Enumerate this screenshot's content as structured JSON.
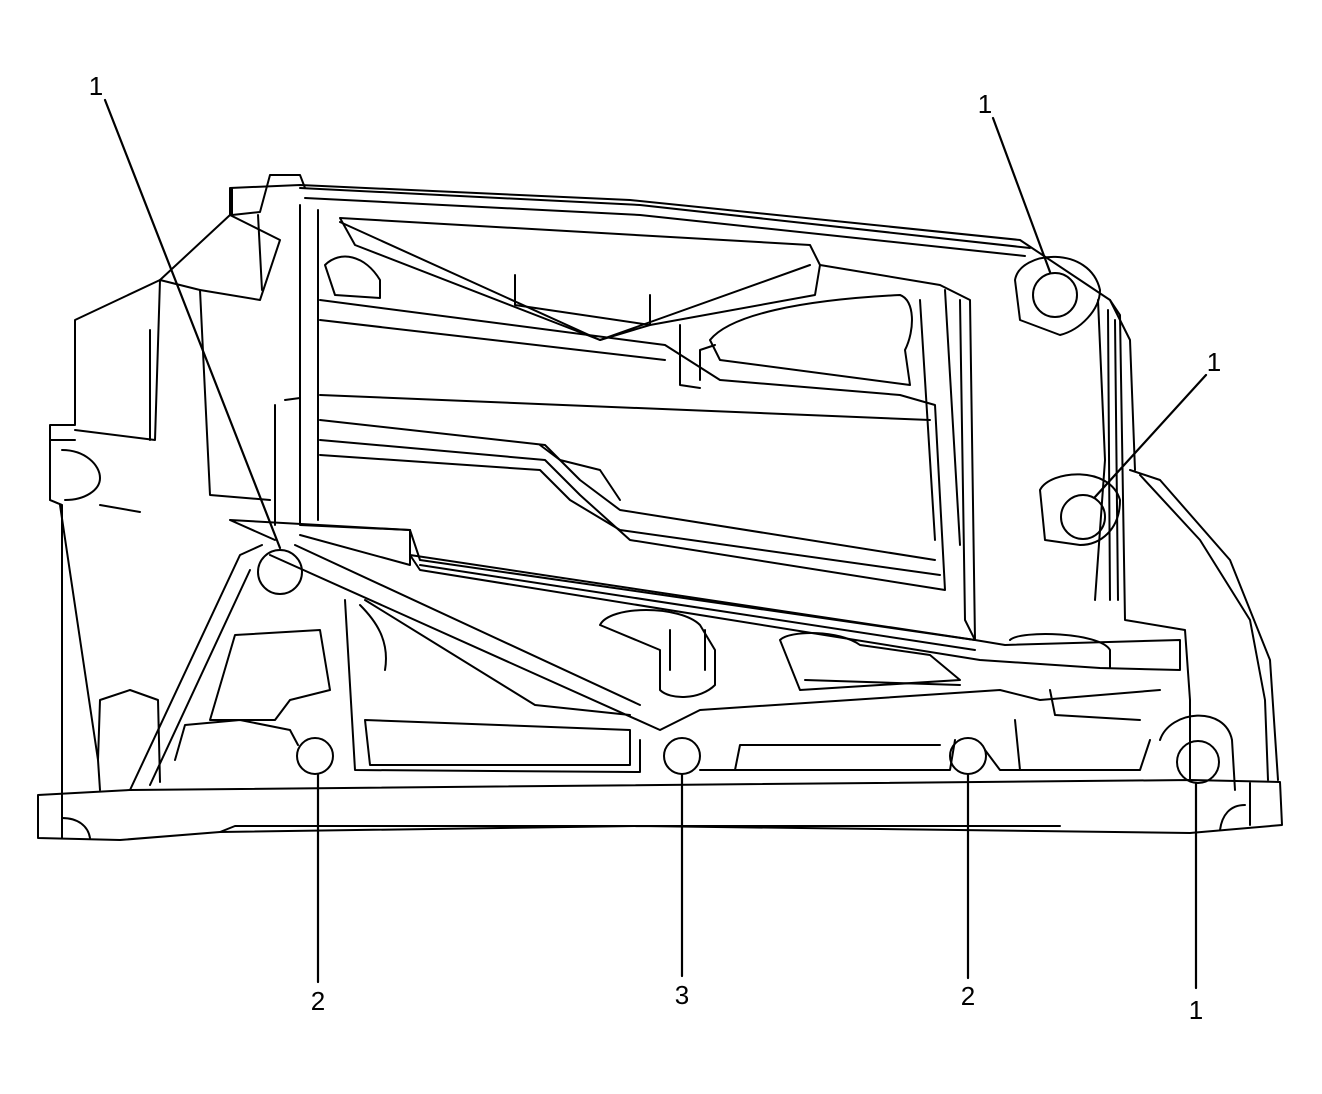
{
  "diagram": {
    "line_color": "#000000",
    "background": "#ffffff",
    "callouts": [
      {
        "label": "1"
      },
      {
        "label": "1"
      },
      {
        "label": "1"
      },
      {
        "label": "1"
      },
      {
        "label": "2"
      },
      {
        "label": "3"
      },
      {
        "label": "2"
      }
    ]
  }
}
